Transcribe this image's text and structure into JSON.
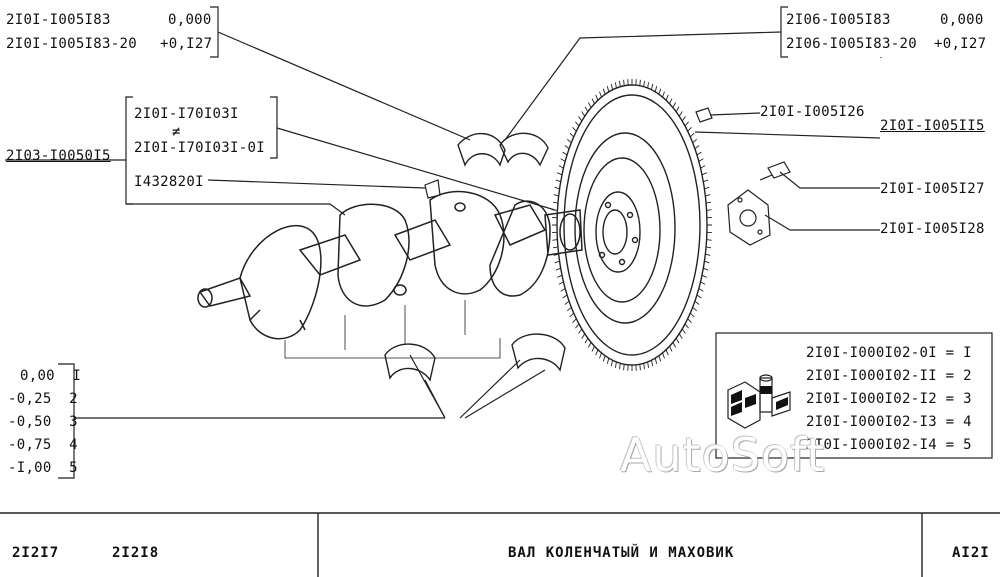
{
  "callouts": {
    "bearing_upper_left": {
      "part": "2I0I-I005I83",
      "size": "0,000",
      "part2": "2I0I-I005I83-20",
      "size2": "+0,I27"
    },
    "bearing_upper_right": {
      "part": "2I06-I005I83",
      "size": "0,000",
      "part2": "2I06-I005I83-20",
      "size2": "+0,I27"
    },
    "crankshaft_group": {
      "assembly": "2I03-I0050I5",
      "item1": "2I0I-I70I03I",
      "symbol": "≠",
      "item2": "2I0I-I70I03I-0I",
      "plug": "I432820I"
    },
    "flywheel_pin": "2I0I-I005I26",
    "flywheel": "2I0I-I005II5",
    "flywheel_bolt": "2I0I-I005I27",
    "flywheel_washer": "2I0I-I005I28",
    "main_bearing_sizes": [
      "0,00  I",
      "-0,25  2",
      "-0,50  3",
      "-0,75  4",
      "-I,00  5"
    ]
  },
  "legend_box": {
    "rows": [
      "2I0I-I000I02-0I = I",
      "2I0I-I000I02-II = 2",
      "2I0I-I000I02-I2 = 3",
      "2I0I-I000I02-I3 = 4",
      "2I0I-I000I02-I4 = 5"
    ]
  },
  "watermark": "AutoSoft",
  "footer": {
    "ref1": "2I2I7",
    "ref2": "2I2I8",
    "title": "ВАЛ КОЛЕНЧАТЫЙ И МАХОВИК",
    "page": "AI2I"
  }
}
